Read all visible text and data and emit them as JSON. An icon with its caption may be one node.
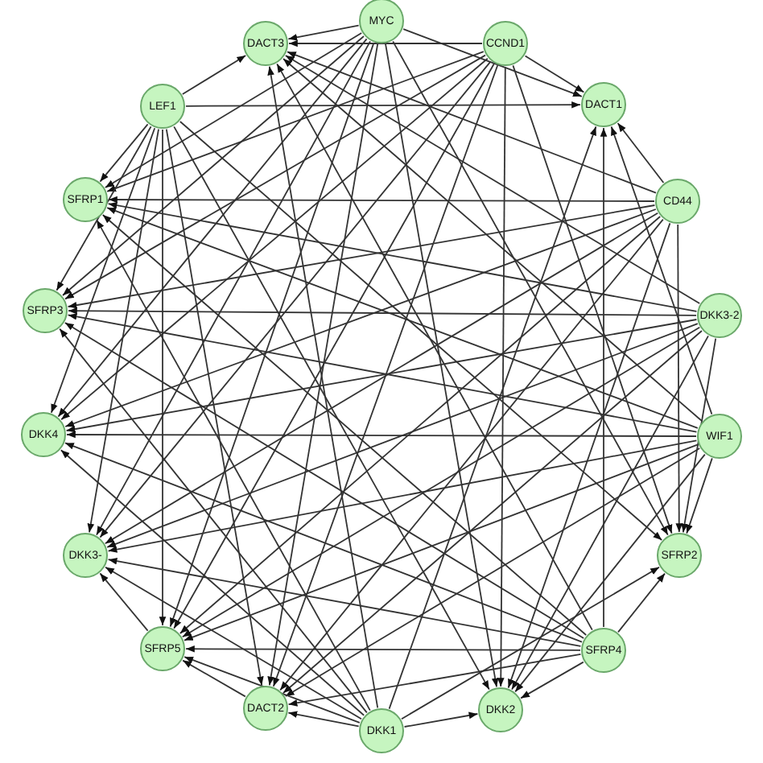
{
  "diagram": {
    "nodes": [
      {
        "text": [
          "MYC"
        ]
      },
      {
        "text": [
          "CCND1"
        ]
      },
      {
        "text": [
          "DACT1"
        ]
      },
      {
        "text": [
          "CD44"
        ]
      },
      {
        "text": [
          "DKK3-2"
        ]
      },
      {
        "text": [
          "WIF1"
        ]
      },
      {
        "text": [
          "SFRP2"
        ]
      },
      {
        "text": [
          "SFRP4"
        ]
      },
      {
        "text": [
          "DKK2"
        ]
      },
      {
        "text": [
          "DKK1"
        ]
      },
      {
        "text": [
          "DACT2"
        ]
      },
      {
        "text": [
          "SFRP5"
        ]
      },
      {
        "text": [
          "DKK3-"
        ]
      },
      {
        "text": [
          "DKK4"
        ]
      },
      {
        "text": [
          "SFRP3"
        ]
      },
      {
        "text": [
          "SFRP1"
        ]
      },
      {
        "text": [
          "LEF1"
        ]
      },
      {
        "text": [
          "DACT3"
        ]
      }
    ],
    "edges": [
      {
        "from": 0,
        "to": 2,
        "arrow": "to"
      },
      {
        "from": 0,
        "to": 6,
        "arrow": "to"
      },
      {
        "from": 0,
        "to": 8,
        "arrow": "to"
      },
      {
        "from": 0,
        "to": 10,
        "arrow": "to"
      },
      {
        "from": 0,
        "to": 11,
        "arrow": "to"
      },
      {
        "from": 0,
        "to": 12,
        "arrow": "to"
      },
      {
        "from": 0,
        "to": 13,
        "arrow": "to"
      },
      {
        "from": 0,
        "to": 14,
        "arrow": "to"
      },
      {
        "from": 0,
        "to": 15,
        "arrow": "to"
      },
      {
        "from": 0,
        "to": 17,
        "arrow": "to"
      },
      {
        "from": 1,
        "to": 2,
        "arrow": "to"
      },
      {
        "from": 1,
        "to": 6,
        "arrow": "to"
      },
      {
        "from": 1,
        "to": 8,
        "arrow": "to"
      },
      {
        "from": 1,
        "to": 10,
        "arrow": "to"
      },
      {
        "from": 1,
        "to": 11,
        "arrow": "to"
      },
      {
        "from": 1,
        "to": 12,
        "arrow": "to"
      },
      {
        "from": 1,
        "to": 13,
        "arrow": "to"
      },
      {
        "from": 1,
        "to": 14,
        "arrow": "to"
      },
      {
        "from": 1,
        "to": 15,
        "arrow": "to"
      },
      {
        "from": 1,
        "to": 17,
        "arrow": "to"
      },
      {
        "from": 3,
        "to": 2,
        "arrow": "to"
      },
      {
        "from": 3,
        "to": 6,
        "arrow": "to"
      },
      {
        "from": 3,
        "to": 8,
        "arrow": "to"
      },
      {
        "from": 3,
        "to": 10,
        "arrow": "to"
      },
      {
        "from": 3,
        "to": 11,
        "arrow": "to"
      },
      {
        "from": 3,
        "to": 12,
        "arrow": "to"
      },
      {
        "from": 3,
        "to": 13,
        "arrow": "to"
      },
      {
        "from": 3,
        "to": 14,
        "arrow": "to"
      },
      {
        "from": 3,
        "to": 15,
        "arrow": "to"
      },
      {
        "from": 3,
        "to": 17,
        "arrow": "to"
      },
      {
        "from": 4,
        "to": 6,
        "arrow": "to"
      },
      {
        "from": 4,
        "to": 8,
        "arrow": "to"
      },
      {
        "from": 4,
        "to": 10,
        "arrow": "to"
      },
      {
        "from": 4,
        "to": 11,
        "arrow": "to"
      },
      {
        "from": 4,
        "to": 12,
        "arrow": "to"
      },
      {
        "from": 4,
        "to": 13,
        "arrow": "to"
      },
      {
        "from": 4,
        "to": 14,
        "arrow": "to"
      },
      {
        "from": 4,
        "to": 15,
        "arrow": "to"
      },
      {
        "from": 4,
        "to": 17,
        "arrow": "to"
      },
      {
        "from": 5,
        "to": 2,
        "arrow": "to"
      },
      {
        "from": 5,
        "to": 6,
        "arrow": "to"
      },
      {
        "from": 5,
        "to": 8,
        "arrow": "to"
      },
      {
        "from": 5,
        "to": 10,
        "arrow": "to"
      },
      {
        "from": 5,
        "to": 11,
        "arrow": "to"
      },
      {
        "from": 5,
        "to": 12,
        "arrow": "to"
      },
      {
        "from": 5,
        "to": 13,
        "arrow": "to"
      },
      {
        "from": 5,
        "to": 14,
        "arrow": "to"
      },
      {
        "from": 5,
        "to": 15,
        "arrow": "to"
      },
      {
        "from": 5,
        "to": 17,
        "arrow": "to"
      },
      {
        "from": 7,
        "to": 2,
        "arrow": "to"
      },
      {
        "from": 7,
        "to": 6,
        "arrow": "to"
      },
      {
        "from": 7,
        "to": 8,
        "arrow": "to"
      },
      {
        "from": 7,
        "to": 10,
        "arrow": "to"
      },
      {
        "from": 7,
        "to": 11,
        "arrow": "to"
      },
      {
        "from": 7,
        "to": 12,
        "arrow": "to"
      },
      {
        "from": 7,
        "to": 13,
        "arrow": "to"
      },
      {
        "from": 7,
        "to": 14,
        "arrow": "to"
      },
      {
        "from": 7,
        "to": 15,
        "arrow": "to"
      },
      {
        "from": 7,
        "to": 17,
        "arrow": "to"
      },
      {
        "from": 9,
        "to": 2,
        "arrow": "to"
      },
      {
        "from": 9,
        "to": 6,
        "arrow": "to"
      },
      {
        "from": 9,
        "to": 8,
        "arrow": "to"
      },
      {
        "from": 9,
        "to": 10,
        "arrow": "to"
      },
      {
        "from": 9,
        "to": 11,
        "arrow": "to"
      },
      {
        "from": 9,
        "to": 12,
        "arrow": "to"
      },
      {
        "from": 9,
        "to": 13,
        "arrow": "to"
      },
      {
        "from": 9,
        "to": 14,
        "arrow": "to"
      },
      {
        "from": 9,
        "to": 15,
        "arrow": "to"
      },
      {
        "from": 9,
        "to": 17,
        "arrow": "to"
      },
      {
        "from": 16,
        "to": 2,
        "arrow": "to"
      },
      {
        "from": 16,
        "to": 6,
        "arrow": "to"
      },
      {
        "from": 16,
        "to": 8,
        "arrow": "to"
      },
      {
        "from": 16,
        "to": 10,
        "arrow": "to"
      },
      {
        "from": 16,
        "to": 11,
        "arrow": "to"
      },
      {
        "from": 16,
        "to": 12,
        "arrow": "to"
      },
      {
        "from": 16,
        "to": 13,
        "arrow": "to"
      },
      {
        "from": 16,
        "to": 14,
        "arrow": "to"
      },
      {
        "from": 16,
        "to": 15,
        "arrow": "to"
      },
      {
        "from": 16,
        "to": 17,
        "arrow": "to"
      },
      {
        "from": 11,
        "to": 12,
        "arrow": "to"
      },
      {
        "from": 10,
        "to": 11,
        "arrow": "to"
      }
    ]
  }
}
